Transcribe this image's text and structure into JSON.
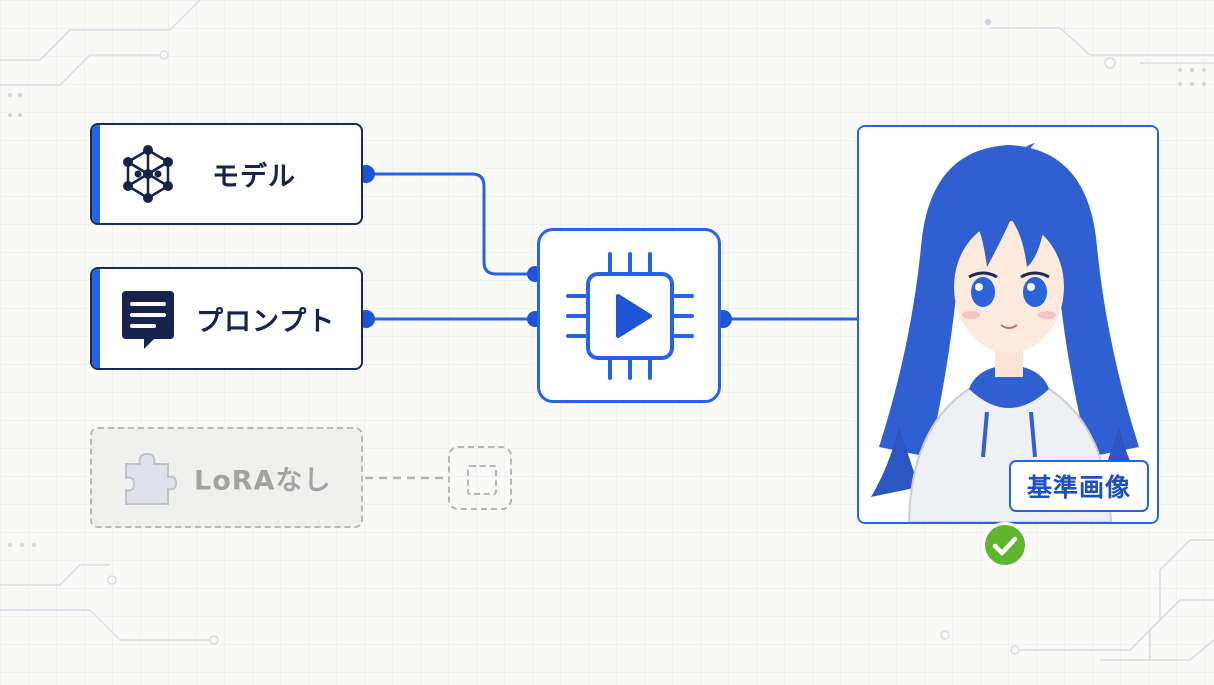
{
  "nodes": {
    "model": {
      "label": "モデル",
      "icon": "neural-network-icon"
    },
    "prompt": {
      "label": "プロンプト",
      "icon": "chat-document-icon"
    },
    "lora": {
      "label": "LoRAなし",
      "icon": "puzzle-piece-icon",
      "state": "disabled"
    }
  },
  "processor": {
    "icon": "play-chip-icon"
  },
  "output": {
    "image": "anime-girl-blue-hair-white-hoodie",
    "badge": "基準画像",
    "status_icon": "check-icon"
  },
  "colors": {
    "accent": "#2563eb",
    "dark": "#16234a",
    "disabled": "#b5b5b5",
    "success": "#5fb52f",
    "background": "#f9f9f8"
  }
}
